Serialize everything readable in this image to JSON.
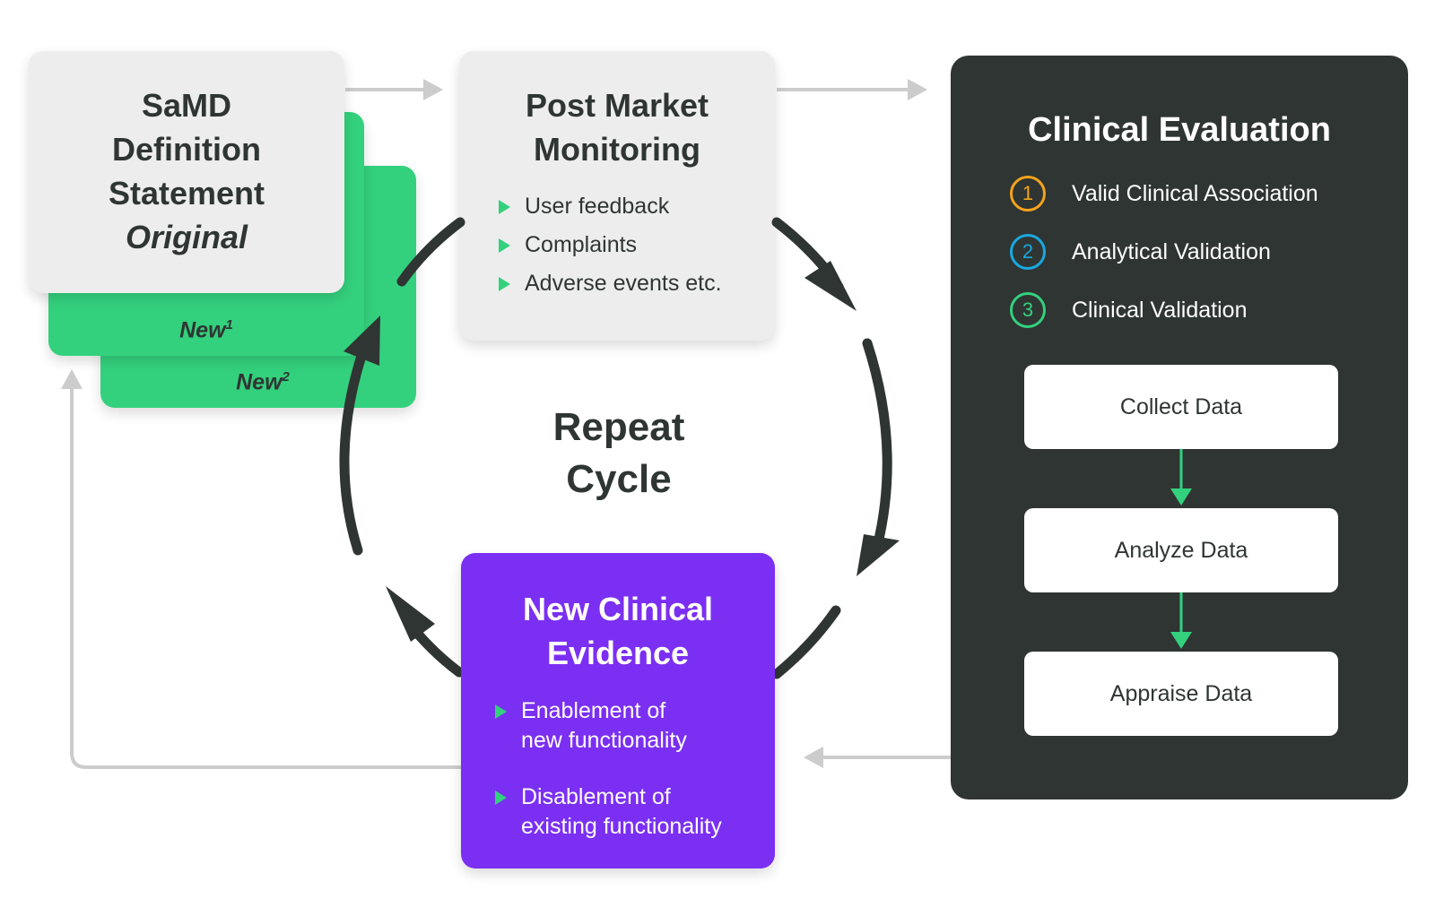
{
  "colors": {
    "dark": "#2f3533",
    "green": "#33d17d",
    "purple": "#7b2ff2",
    "card_grey": "#ededed",
    "connector_grey": "#cccccc",
    "orange": "#f5a31c",
    "blue": "#18a8e0"
  },
  "samd_card": {
    "title_lines": [
      "SaMD",
      "Definition",
      "Statement"
    ],
    "subtitle": "Original",
    "versions": [
      {
        "label": "New",
        "superscript": "1"
      },
      {
        "label": "New",
        "superscript": "2"
      }
    ]
  },
  "post_market": {
    "title_lines": [
      "Post Market",
      "Monitoring"
    ],
    "items": [
      "User feedback",
      "Complaints",
      "Adverse events etc."
    ]
  },
  "center": {
    "title_lines": [
      "Repeat",
      "Cycle"
    ]
  },
  "new_evidence": {
    "title_lines": [
      "New Clinical",
      "Evidence"
    ],
    "items": [
      {
        "line1": "Enablement of",
        "line2": "new functionality"
      },
      {
        "line1": "Disablement of",
        "line2": "existing functionality"
      }
    ]
  },
  "clinical_evaluation": {
    "title": "Clinical Evaluation",
    "criteria": [
      {
        "number": "1",
        "label": "Valid Clinical Association",
        "color": "#f5a31c"
      },
      {
        "number": "2",
        "label": "Analytical Validation",
        "color": "#18a8e0"
      },
      {
        "number": "3",
        "label": "Clinical Validation",
        "color": "#33d17d"
      }
    ],
    "steps": [
      "Collect Data",
      "Analyze Data",
      "Appraise Data"
    ]
  }
}
